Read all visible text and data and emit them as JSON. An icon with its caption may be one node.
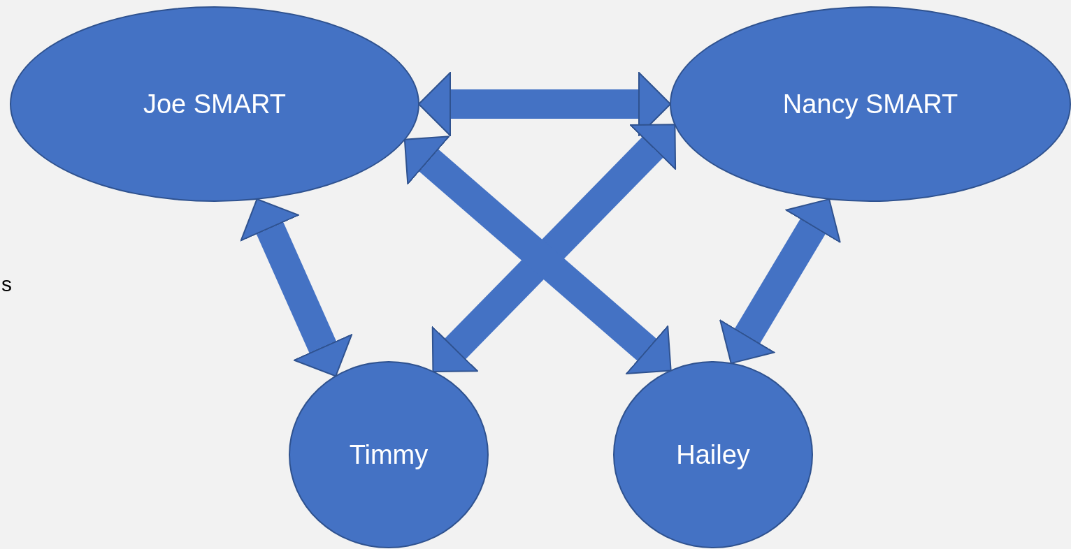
{
  "diagram": {
    "nodes": [
      {
        "text": [
          "Joe SMART"
        ]
      },
      {
        "text": [
          "Nancy SMART"
        ]
      },
      {
        "text": [
          "Timmy"
        ]
      },
      {
        "text": [
          "Hailey"
        ]
      }
    ],
    "edges": [
      {
        "from": 0,
        "to": 1,
        "arrow": "both"
      },
      {
        "from": 0,
        "to": 2,
        "arrow": "both"
      },
      {
        "from": 1,
        "to": 2,
        "arrow": "both"
      },
      {
        "from": 0,
        "to": 3,
        "arrow": "both"
      },
      {
        "from": 1,
        "to": 3,
        "arrow": "both"
      }
    ],
    "labels": [
      "s"
    ]
  }
}
